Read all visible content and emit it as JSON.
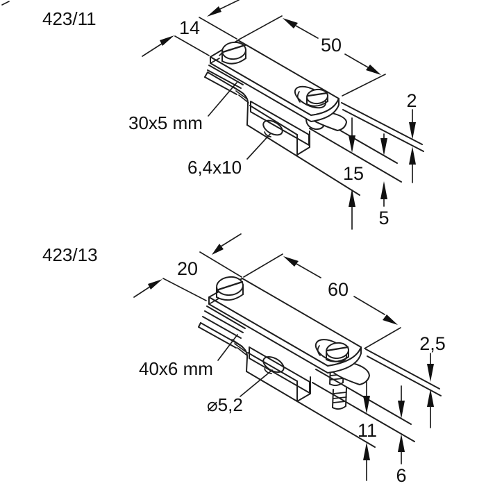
{
  "drawing": {
    "figures": [
      {
        "part_no": "423/11",
        "material_label": "30x5 mm",
        "hole_label": "6,4x10",
        "dims": {
          "width": "14",
          "length": "50",
          "plate_thickness": "2",
          "standoff": "15",
          "bar_thickness": "5"
        }
      },
      {
        "part_no": "423/13",
        "material_label": "40x6 mm",
        "hole_label": "⌀5,2",
        "dims": {
          "width": "20",
          "length": "60",
          "plate_thickness": "2,5",
          "standoff": "11",
          "bar_thickness": "6"
        }
      }
    ]
  }
}
